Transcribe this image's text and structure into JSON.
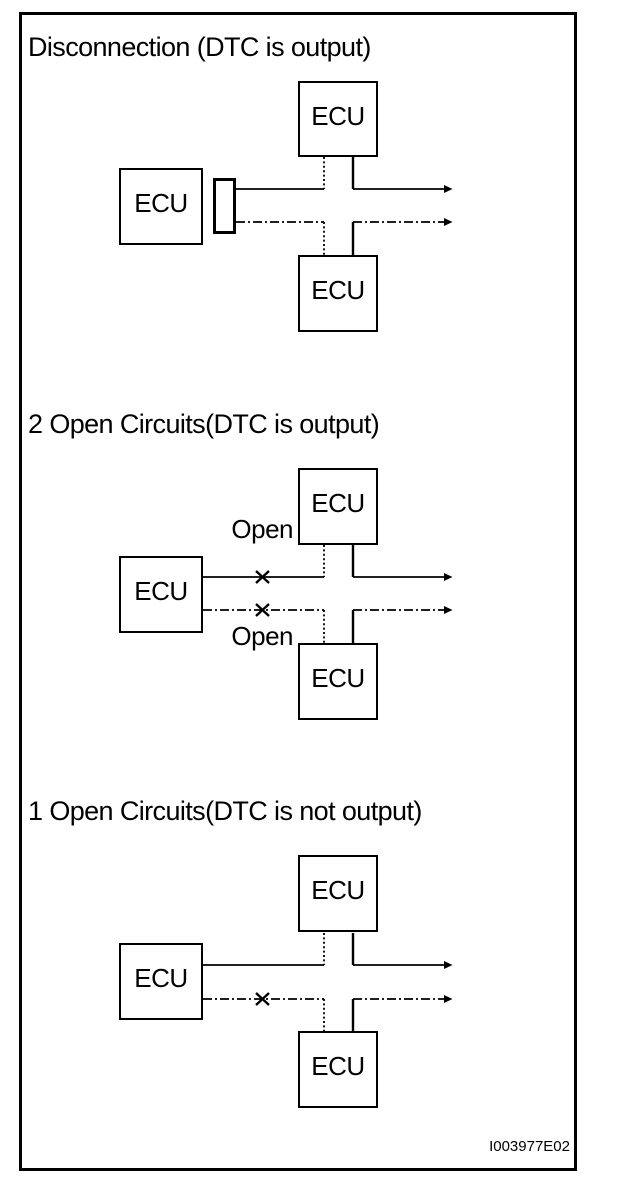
{
  "page": {
    "background": "#ffffff",
    "ink": "#000000"
  },
  "figure_code": "I003977E02",
  "labels": {
    "ecu": "ECU",
    "open": "Open"
  },
  "sections": [
    {
      "title": "Disconnection (DTC is output)"
    },
    {
      "title": "2 Open Circuits(DTC is output)"
    },
    {
      "title": "1 Open Circuits(DTC is not output)"
    }
  ]
}
